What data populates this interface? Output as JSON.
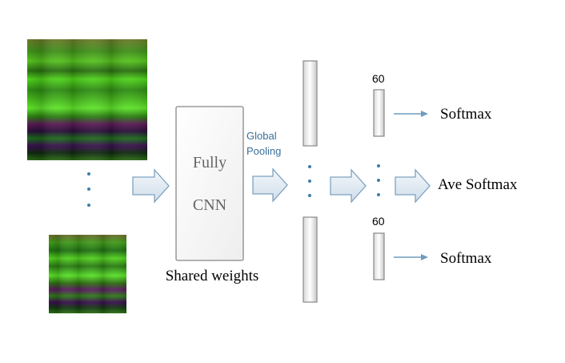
{
  "network": {
    "block_line1": "Fully",
    "block_line2": "CNN",
    "shared_weights": "Shared weights",
    "global_pooling_line1": "Global",
    "global_pooling_line2": "Pooling"
  },
  "outputs": {
    "top_dim": "60",
    "bottom_dim": "60",
    "top_softmax": "Softmax",
    "middle_softmax": "Ave Softmax",
    "bottom_softmax": "Softmax"
  },
  "colors": {
    "arrow_fill": "#dfe9f3",
    "arrow_stroke": "#7ea2c0",
    "line_arrow": "#6f9bbd",
    "dots": "#3d7fa8",
    "box_stroke": "#888888",
    "pooling_text": "#3a6f98"
  }
}
